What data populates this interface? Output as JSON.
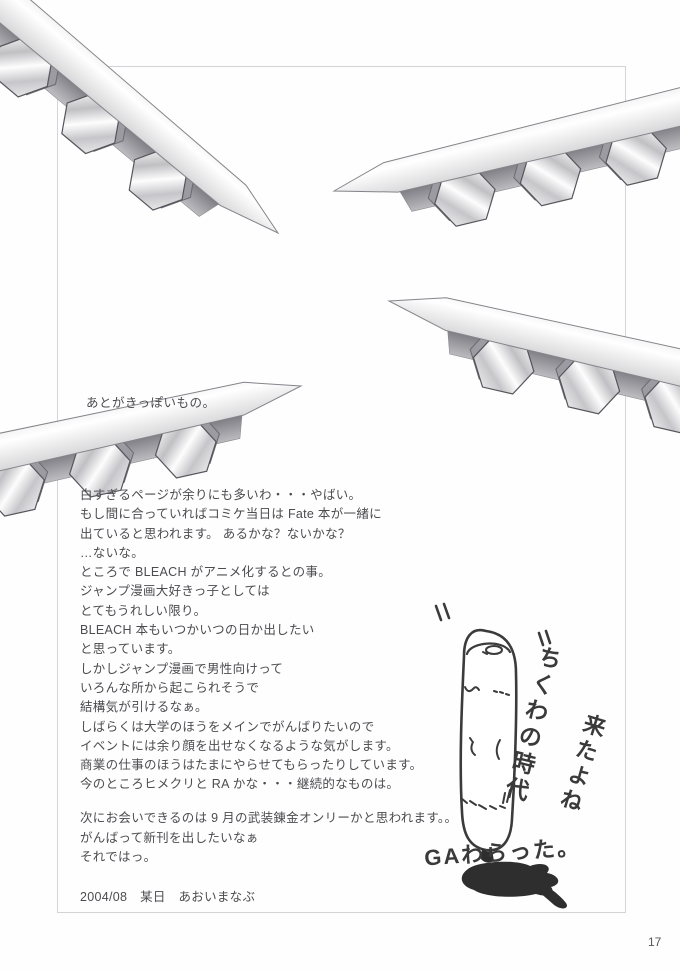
{
  "page": {
    "number": "17"
  },
  "afterword": {
    "heading": "あとがきっぽいもの。",
    "p1": [
      "白すぎるページが余りにも多いわ・・・やばい。",
      "もし間に合っていればコミケ当日は Fate 本が一緒に",
      "出ていると思われます。 あるかな？ないかな？",
      "…ないな。",
      "ところで BLEACH がアニメ化するとの事。",
      "ジャンプ漫画大好きっ子としては",
      "とてもうれしい限り。",
      "BLEACH 本もいつかいつの日か出したい",
      "と思っています。",
      "しかしジャンプ漫画で男性向けって",
      "いろんな所から起こられそうで",
      "結構気が引けるなぁ。",
      "しばらくは大学のほうをメインでがんばりたいので",
      "イベントには余り顔を出せなくなるような気がします。",
      "商業の仕事のほうはたまにやらせてもらったりしています。",
      "今のところヒメクリと RA かな・・・継続的なものは。"
    ],
    "p2": [
      "次にお会いできるのは 9 月の武装錬金オンリーかと思われます。。",
      "がんばって新刊を出したいなぁ",
      "それではっ。"
    ],
    "credit": "2004/08　某日　あおいまなぶ"
  },
  "doodle": {
    "vertical_caption_1": "ちくわの時代",
    "vertical_caption_2": "来たよね",
    "bottom_caption": "GAわらった。"
  },
  "colors": {
    "body_text": "#4c4c50",
    "ink": "#3b3b3b",
    "frame_line": "#d4d4d8",
    "metal_dark": "#9b9ba1"
  }
}
